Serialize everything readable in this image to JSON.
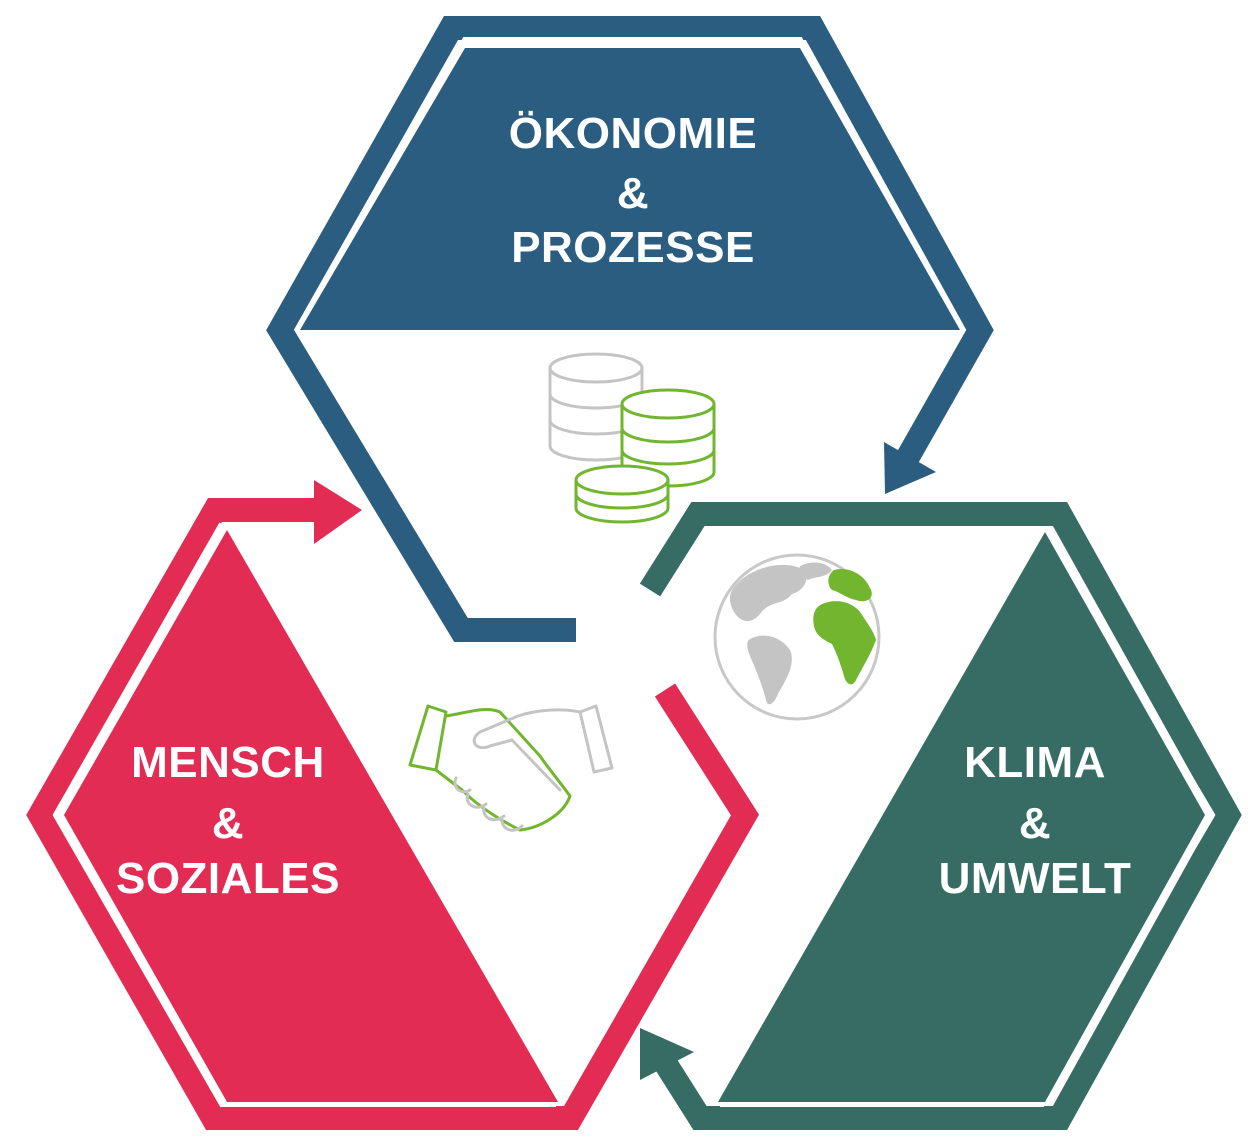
{
  "sections": {
    "economy": {
      "line1": "ÖKONOMIE",
      "line2": "&",
      "line3": "PROZESSE",
      "color": "#2a5d80",
      "icon": "coins-icon"
    },
    "climate": {
      "line1": "KLIMA",
      "line2": "&",
      "line3": "UMWELT",
      "color": "#366c63",
      "icon": "globe-icon"
    },
    "social": {
      "line1": "MENSCH",
      "line2": "&",
      "line3": "SOZIALES",
      "color": "#e32c54",
      "icon": "handshake-icon"
    }
  },
  "icon_colors": {
    "accent_green": "#72b52f",
    "neutral_gray": "#c4c4c4"
  }
}
